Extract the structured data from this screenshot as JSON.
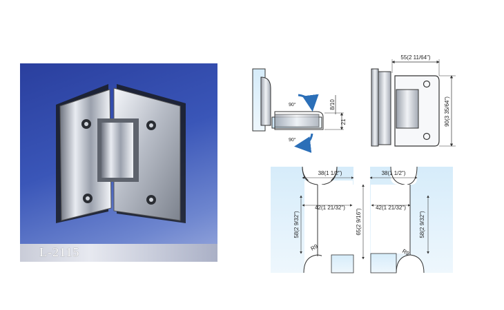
{
  "product": {
    "model": "L-2115"
  },
  "side_view": {
    "angle_open": "90°",
    "angle_close": "90°",
    "dim_a": "8/10",
    "dim_b": "21"
  },
  "front_view": {
    "width": "55(2 11/64\")",
    "height": "90(3 35/64\")"
  },
  "cutout_left": {
    "top_width": "38(1 1/2\")",
    "inner_width": "42(1 21/32\")",
    "height": "58(2 9/32\")",
    "radius": "R9"
  },
  "cutout_right": {
    "top_width": "38(1 1/2\")",
    "inner_width": "42(1 21/32\")",
    "height": "58(2 9/32\")",
    "radius": "R9",
    "total_height": "65(2 9/16\")"
  }
}
